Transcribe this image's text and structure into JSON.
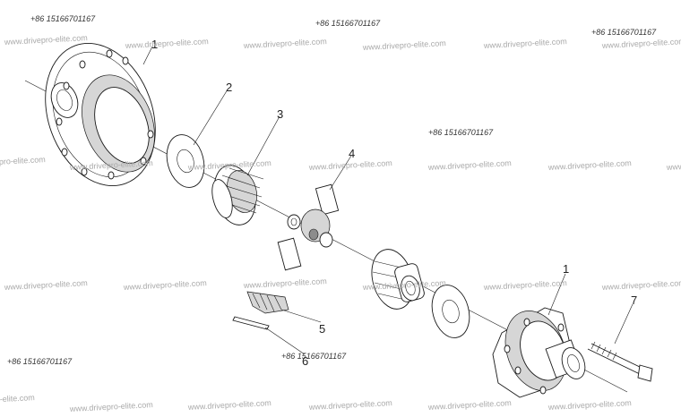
{
  "watermarks": {
    "url": "www.drivepro-elite.com",
    "phone": "+86 15166701167"
  },
  "callouts": [
    "1",
    "2",
    "3",
    "4",
    "1",
    "7",
    "5",
    "6"
  ]
}
